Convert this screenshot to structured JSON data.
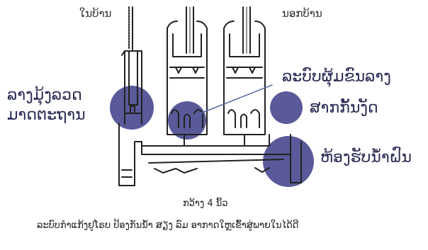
{
  "labels": {
    "inside": "ໃນບ້ານ",
    "outside": "ນອກບ້ານ",
    "rail_line1": "ລາງມຸ້ງລວດ",
    "rail_line2": "ມາດຕະຖານ",
    "sealing_strip": "ລະບົບຜຸ້ມຂົນລາງ",
    "partition": "ສາກກັ້ນງັດ",
    "drain_chamber": "ຫ້ອງຮັບນ້ຳຝົນ"
  },
  "caption": {
    "width": "ກວ້າງ 4  ນິ້ວ",
    "description": "ລະບົບກຳແກ້ງຢູໂຣບ ປ້ອງກັນນ້ຳ ສຽງ ລົມ ອາກາດໃຫຼເຂົ້າສູ່ພາຍໃນໄດ້ດີ"
  },
  "colors": {
    "highlight": "#5a5a9a",
    "line": "#222222",
    "pointer": "#5a6aa8"
  }
}
